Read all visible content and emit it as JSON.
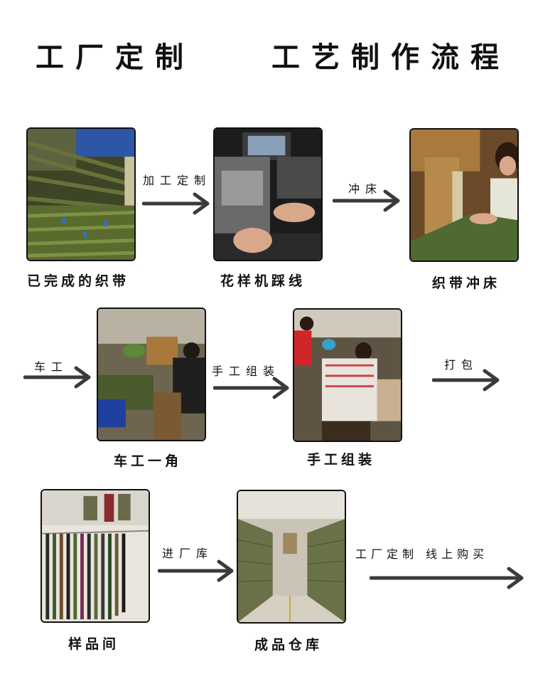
{
  "title": {
    "left": "工厂定制",
    "right": "工艺制作流程"
  },
  "steps": [
    {
      "caption": "已完成的织带"
    },
    {
      "caption": "花样机踩线"
    },
    {
      "caption": "织带冲床"
    },
    {
      "caption": "车工一角"
    },
    {
      "caption": "手工组装"
    },
    {
      "caption": "样品间"
    },
    {
      "caption": "成品仓库"
    }
  ],
  "arrows": [
    {
      "label": "加工定制"
    },
    {
      "label": "冲床"
    },
    {
      "label": "车工"
    },
    {
      "label": "手工组装"
    },
    {
      "label": "打包"
    },
    {
      "label": "进厂库"
    },
    {
      "label": "工厂定制   线上购买"
    }
  ],
  "colors": {
    "arrow": "#3a3a3a",
    "border": "#111111",
    "webbing": "#4f5a2e"
  }
}
